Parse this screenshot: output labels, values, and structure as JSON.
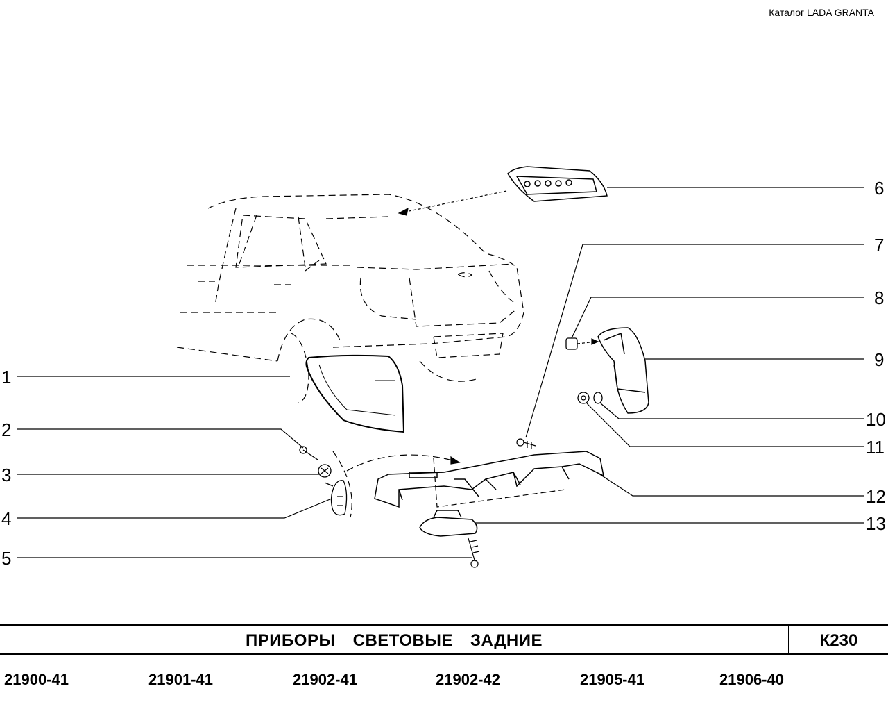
{
  "header": {
    "catalog": "Каталог  LADA  GRANTA"
  },
  "callouts": [
    "1",
    "2",
    "3",
    "4",
    "5",
    "6",
    "7",
    "8",
    "9",
    "10",
    "11",
    "12",
    "13"
  ],
  "title_block": {
    "title": "ПРИБОРЫ   СВЕТОВЫЕ   ЗАДНИЕ",
    "code": "К230"
  },
  "models": [
    "21900-41",
    "21901-41",
    "21902-41",
    "21902-42",
    "21905-41",
    "21906-40"
  ]
}
